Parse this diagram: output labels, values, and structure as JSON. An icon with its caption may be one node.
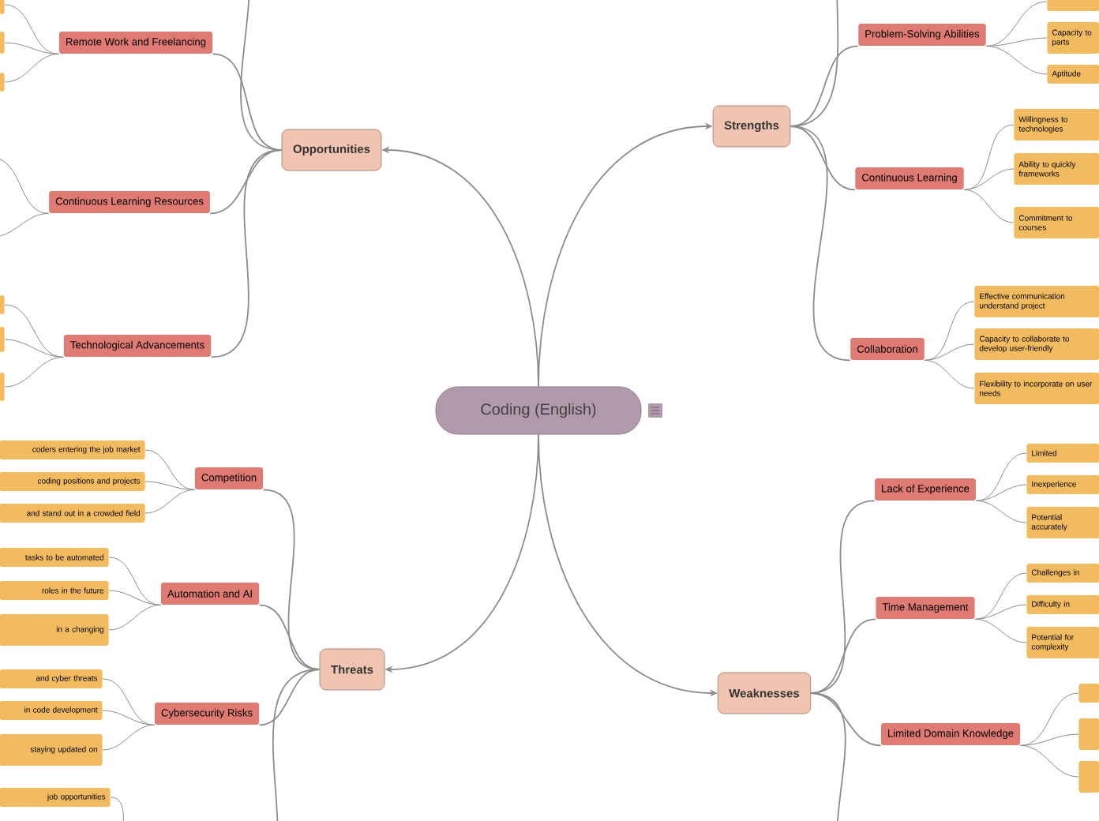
{
  "diagram": {
    "nodes": [
      {
        "text": [
          "Coding (English)"
        ]
      },
      {
        "text": [
          "Strengths"
        ]
      },
      {
        "text": [
          "Opportunities"
        ]
      },
      {
        "text": [
          "Threats"
        ]
      },
      {
        "text": [
          "Weaknesses"
        ]
      },
      {
        "text": [
          "Problem-Solving Abilities"
        ]
      },
      {
        "text": [
          "Continuous Learning"
        ]
      },
      {
        "text": [
          "Collaboration"
        ]
      },
      {
        "text": [
          "Remote Work and Freelancing"
        ]
      },
      {
        "text": [
          "Continuous Learning Resources"
        ]
      },
      {
        "text": [
          "Technological Advancements"
        ]
      },
      {
        "text": [
          "Competition"
        ]
      },
      {
        "text": [
          "Automation and AI"
        ]
      },
      {
        "text": [
          "Cybersecurity Risks"
        ]
      },
      {
        "text": [
          "Lack of Experience"
        ]
      },
      {
        "text": [
          "Time Management"
        ]
      },
      {
        "text": [
          "Limited Domain Knowledge"
        ]
      },
      {
        "text": [],
        "shape": "box"
      },
      {
        "text": [
          "Capacity to parts"
        ]
      },
      {
        "text": [
          "Aptitude"
        ]
      },
      {
        "text": [
          "Willingness to technologies"
        ]
      },
      {
        "text": [
          "Ability to quickly frameworks"
        ]
      },
      {
        "text": [
          "Commitment to courses"
        ]
      },
      {
        "text": [
          "Effective communication understand project"
        ]
      },
      {
        "text": [
          "Capacity to collaborate to develop user-friendly"
        ]
      },
      {
        "text": [
          "Flexibility to incorporate on user needs"
        ]
      },
      {
        "text": [
          "Limited"
        ]
      },
      {
        "text": [
          "Inexperience"
        ]
      },
      {
        "text": [
          "Potential accurately"
        ]
      },
      {
        "text": [
          "Challenges in"
        ]
      },
      {
        "text": [
          "Difficulty in"
        ]
      },
      {
        "text": [
          "Potential for complexity"
        ]
      },
      {
        "text": [],
        "shape": "box"
      },
      {
        "text": [],
        "shape": "box"
      },
      {
        "text": [],
        "shape": "box"
      },
      {
        "text": [],
        "shape": "box"
      },
      {
        "text": [],
        "shape": "box"
      },
      {
        "text": [],
        "shape": "box"
      },
      {
        "text": [],
        "shape": "box"
      },
      {
        "text": [],
        "shape": "box"
      },
      {
        "text": [],
        "shape": "box"
      },
      {
        "text": [
          "coders entering the job market"
        ]
      },
      {
        "text": [
          "coding positions and projects"
        ]
      },
      {
        "text": [
          "and stand out in a crowded field"
        ]
      },
      {
        "text": [
          "tasks to be automated"
        ]
      },
      {
        "text": [
          "roles in the future"
        ]
      },
      {
        "text": [
          "in a changing"
        ]
      },
      {
        "text": [
          "and cyber threats"
        ]
      },
      {
        "text": [
          "in code development"
        ]
      },
      {
        "text": [
          "staying updated on"
        ]
      },
      {
        "text": [
          "job opportunities"
        ]
      }
    ],
    "edges": [
      {
        "from": 0,
        "to": 1,
        "arrow": "to"
      },
      {
        "from": 0,
        "to": 2,
        "arrow": "to"
      },
      {
        "from": 0,
        "to": 3,
        "arrow": "to"
      },
      {
        "from": 0,
        "to": 4,
        "arrow": "to"
      },
      {
        "from": 1,
        "to": 5,
        "arrow": "none"
      },
      {
        "from": 1,
        "to": 6,
        "arrow": "none"
      },
      {
        "from": 1,
        "to": 7,
        "arrow": "none"
      },
      {
        "from": 2,
        "to": 8,
        "arrow": "none"
      },
      {
        "from": 2,
        "to": 9,
        "arrow": "none"
      },
      {
        "from": 2,
        "to": 10,
        "arrow": "none"
      },
      {
        "from": 3,
        "to": 11,
        "arrow": "none"
      },
      {
        "from": 3,
        "to": 12,
        "arrow": "none"
      },
      {
        "from": 3,
        "to": 13,
        "arrow": "none"
      },
      {
        "from": 4,
        "to": 14,
        "arrow": "none"
      },
      {
        "from": 4,
        "to": 15,
        "arrow": "none"
      },
      {
        "from": 4,
        "to": 16,
        "arrow": "none"
      },
      {
        "from": 5,
        "to": 17,
        "arrow": "none"
      },
      {
        "from": 5,
        "to": 18,
        "arrow": "none"
      },
      {
        "from": 5,
        "to": 19,
        "arrow": "none"
      },
      {
        "from": 6,
        "to": 20,
        "arrow": "none"
      },
      {
        "from": 6,
        "to": 21,
        "arrow": "none"
      },
      {
        "from": 6,
        "to": 22,
        "arrow": "none"
      },
      {
        "from": 7,
        "to": 23,
        "arrow": "none"
      },
      {
        "from": 7,
        "to": 24,
        "arrow": "none"
      },
      {
        "from": 7,
        "to": 25,
        "arrow": "none"
      },
      {
        "from": 14,
        "to": 26,
        "arrow": "none"
      },
      {
        "from": 14,
        "to": 27,
        "arrow": "none"
      },
      {
        "from": 14,
        "to": 28,
        "arrow": "none"
      },
      {
        "from": 15,
        "to": 29,
        "arrow": "none"
      },
      {
        "from": 15,
        "to": 30,
        "arrow": "none"
      },
      {
        "from": 15,
        "to": 31,
        "arrow": "none"
      },
      {
        "from": 16,
        "to": 32,
        "arrow": "none"
      },
      {
        "from": 16,
        "to": 33,
        "arrow": "none"
      },
      {
        "from": 16,
        "to": 34,
        "arrow": "none"
      },
      {
        "from": 8,
        "to": 35,
        "arrow": "none"
      },
      {
        "from": 8,
        "to": 36,
        "arrow": "none"
      },
      {
        "from": 8,
        "to": 37,
        "arrow": "none"
      },
      {
        "from": 10,
        "to": 38,
        "arrow": "none"
      },
      {
        "from": 10,
        "to": 39,
        "arrow": "none"
      },
      {
        "from": 10,
        "to": 40,
        "arrow": "none"
      },
      {
        "from": 11,
        "to": 41,
        "arrow": "none"
      },
      {
        "from": 11,
        "to": 42,
        "arrow": "none"
      },
      {
        "from": 11,
        "to": 43,
        "arrow": "none"
      },
      {
        "from": 12,
        "to": 44,
        "arrow": "none"
      },
      {
        "from": 12,
        "to": 45,
        "arrow": "none"
      },
      {
        "from": 12,
        "to": 46,
        "arrow": "none"
      },
      {
        "from": 13,
        "to": 47,
        "arrow": "none"
      },
      {
        "from": 13,
        "to": 48,
        "arrow": "none"
      },
      {
        "from": 13,
        "to": 49,
        "arrow": "none"
      },
      {
        "from": 1,
        "to": null,
        "arrow": "none"
      },
      {
        "from": 2,
        "to": null,
        "arrow": "none"
      },
      {
        "from": 3,
        "to": null,
        "arrow": "none"
      },
      {
        "from": 4,
        "to": null,
        "arrow": "none"
      },
      {
        "from": 9,
        "to": null,
        "arrow": "none"
      },
      {
        "from": 9,
        "to": null,
        "arrow": "none"
      },
      {
        "from": null,
        "to": 50,
        "arrow": "none"
      }
    ]
  }
}
